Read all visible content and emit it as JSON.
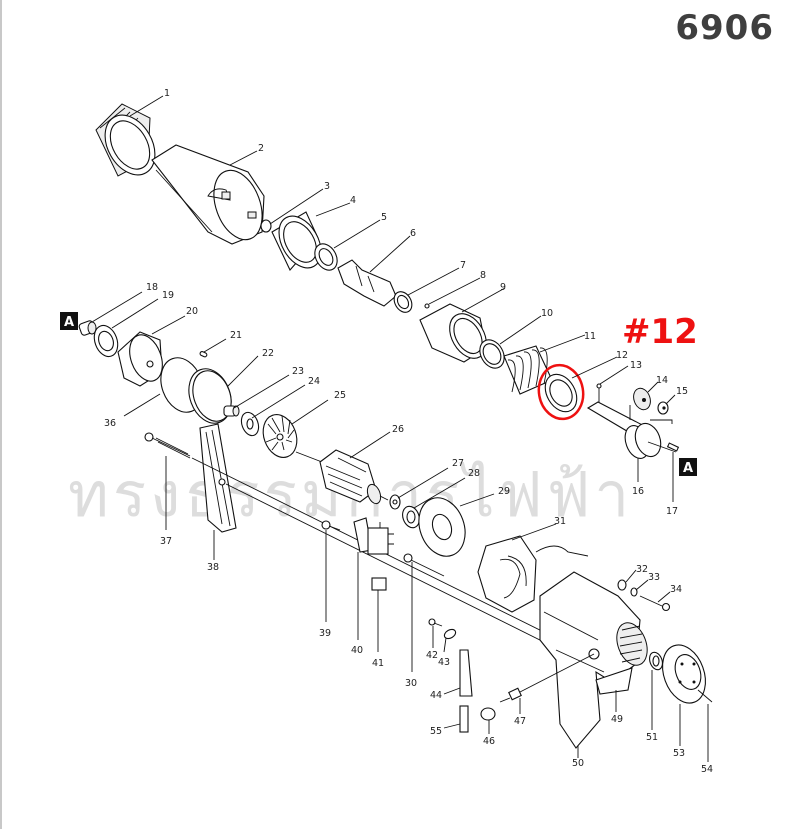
{
  "header": {
    "model_number": "6906"
  },
  "annotation": {
    "highlight_label": "#12",
    "highlight_color": "#ee1111",
    "highlighted_part": "12"
  },
  "watermark": {
    "text": "ทรงธรรมการไฟฟ้า"
  },
  "reference_markers": {
    "marker_label": "A"
  },
  "parts": [
    {
      "no": "1"
    },
    {
      "no": "2"
    },
    {
      "no": "3"
    },
    {
      "no": "4"
    },
    {
      "no": "5"
    },
    {
      "no": "6"
    },
    {
      "no": "7"
    },
    {
      "no": "8"
    },
    {
      "no": "9"
    },
    {
      "no": "10"
    },
    {
      "no": "11"
    },
    {
      "no": "12"
    },
    {
      "no": "13"
    },
    {
      "no": "14"
    },
    {
      "no": "15"
    },
    {
      "no": "16"
    },
    {
      "no": "17"
    },
    {
      "no": "18"
    },
    {
      "no": "19"
    },
    {
      "no": "20"
    },
    {
      "no": "21"
    },
    {
      "no": "22"
    },
    {
      "no": "23"
    },
    {
      "no": "24"
    },
    {
      "no": "25"
    },
    {
      "no": "26"
    },
    {
      "no": "27"
    },
    {
      "no": "28"
    },
    {
      "no": "29"
    },
    {
      "no": "30"
    },
    {
      "no": "31"
    },
    {
      "no": "32"
    },
    {
      "no": "33"
    },
    {
      "no": "34"
    },
    {
      "no": "36"
    },
    {
      "no": "37"
    },
    {
      "no": "38"
    },
    {
      "no": "39"
    },
    {
      "no": "40"
    },
    {
      "no": "41"
    },
    {
      "no": "42"
    },
    {
      "no": "43"
    },
    {
      "no": "44"
    },
    {
      "no": "46"
    },
    {
      "no": "47"
    },
    {
      "no": "49"
    },
    {
      "no": "50"
    },
    {
      "no": "51"
    },
    {
      "no": "53"
    },
    {
      "no": "54"
    },
    {
      "no": "55"
    }
  ],
  "labels": {
    "p1": "1",
    "p2": "2",
    "p3": "3",
    "p4": "4",
    "p5": "5",
    "p6": "6",
    "p7": "7",
    "p8": "8",
    "p9": "9",
    "p10": "10",
    "p11": "11",
    "p12": "12",
    "p13": "13",
    "p14": "14",
    "p15": "15",
    "p16": "16",
    "p17": "17",
    "p18": "18",
    "p19": "19",
    "p20": "20",
    "p21": "21",
    "p22": "22",
    "p23": "23",
    "p24": "24",
    "p25": "25",
    "p26": "26",
    "p27": "27",
    "p28": "28",
    "p29": "29",
    "p30": "30",
    "p31": "31",
    "p32": "32",
    "p33": "33",
    "p34": "34",
    "p36": "36",
    "p37": "37",
    "p38": "38",
    "p39": "39",
    "p40": "40",
    "p41": "41",
    "p42": "42",
    "p43": "43",
    "p44": "44",
    "p46": "46",
    "p47": "47",
    "p49": "49",
    "p50": "50",
    "p51": "51",
    "p53": "53",
    "p54": "54",
    "p55": "55"
  }
}
